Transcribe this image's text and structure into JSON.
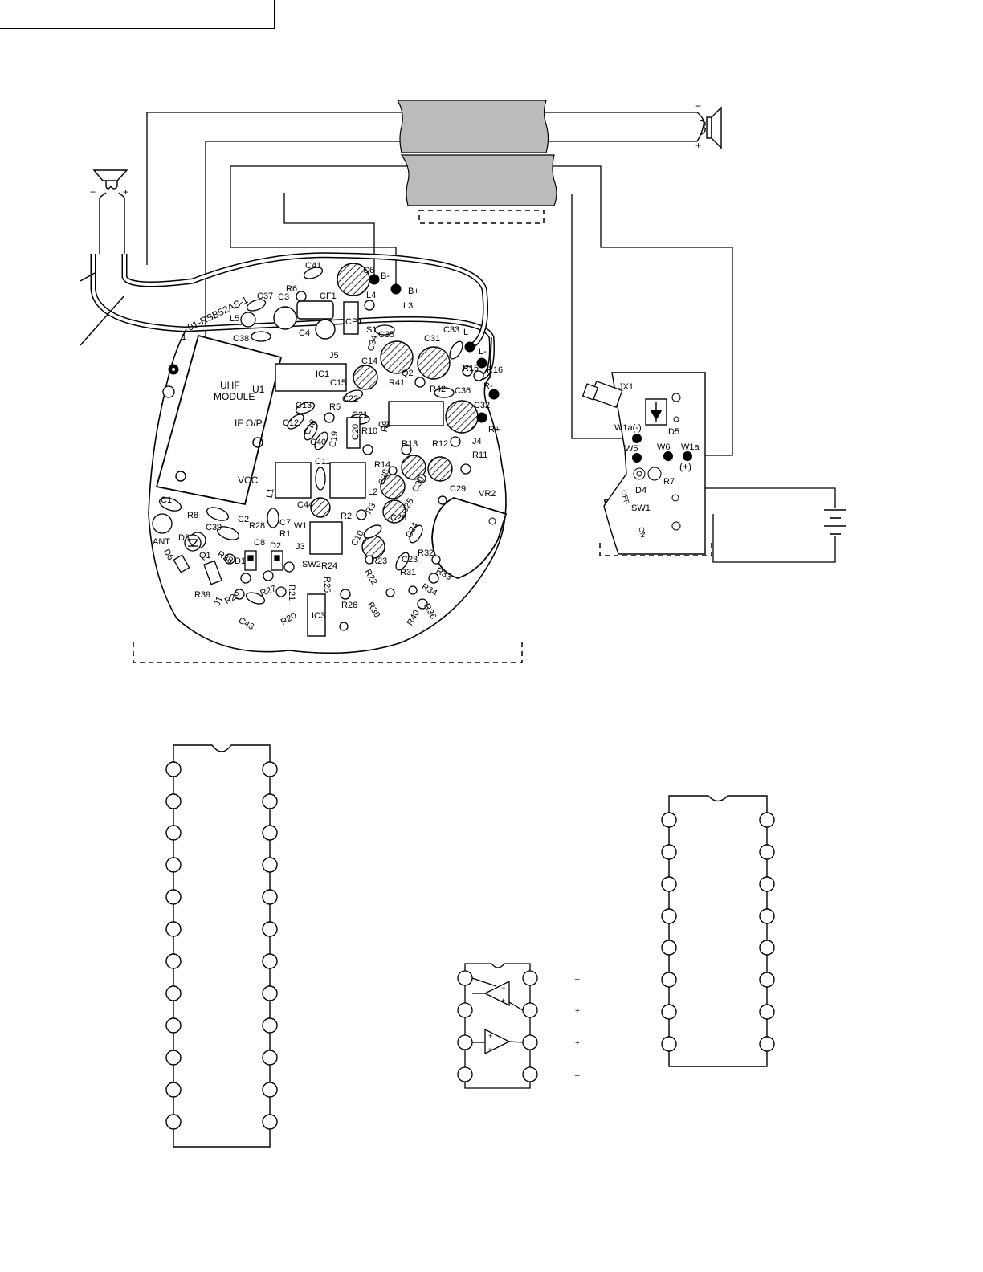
{
  "main_board": {
    "board_code": "01-RSB52AS-1",
    "module_labels": [
      "UHF",
      "U1",
      "MODULE",
      "IF O/P",
      "VCC"
    ],
    "ant_label": "ANT",
    "pin1_label": "1",
    "components": [
      "C41",
      "C6",
      "B-",
      "B+",
      "R6",
      "CF1",
      "L4",
      "L3",
      "C37",
      "C3",
      "L5",
      "C38",
      "C4",
      "CP1",
      "S1",
      "C35",
      "C33",
      "L+",
      "C34",
      "C31",
      "L-",
      "J5",
      "C14",
      "R15",
      "R16",
      "IC1",
      "C15",
      "R41",
      "Q2",
      "R42",
      "C36",
      "R-",
      "C22",
      "C32",
      "R+",
      "C13",
      "R5",
      "C21",
      "IC2",
      "C12",
      "C18",
      "C40",
      "C19",
      "C20",
      "R10",
      "R9",
      "R13",
      "R12",
      "J4",
      "R11",
      "C11",
      "R14",
      "C28",
      "C30",
      "C29",
      "VR2",
      "L1",
      "L2",
      "C25",
      "C44",
      "R2",
      "R3",
      "C26",
      "C1",
      "R8",
      "C39",
      "C2",
      "R28",
      "C7",
      "R1",
      "W1",
      "C8",
      "D2",
      "J3",
      "C10",
      "C24",
      "R23",
      "C23",
      "R32",
      "D3",
      "R38",
      "D1",
      "SW2",
      "R24",
      "R22",
      "R31",
      "R33",
      "D6",
      "Q1",
      "R25",
      "R34",
      "R39",
      "R29",
      "R27",
      "R21",
      "R26",
      "R30",
      "R36",
      "J1",
      "C43",
      "R20",
      "IC3",
      "R40"
    ]
  },
  "switch_board": {
    "labels": [
      "JX1",
      "D5",
      "W1a(-)",
      "W5",
      "W6",
      "W1a",
      "(+)",
      "D4",
      "R7",
      "OFF",
      "SW1",
      "ON"
    ]
  },
  "speaker_polarity": {
    "minus": "−",
    "plus": "+"
  },
  "dual_opamp_marks": [
    "–",
    "+",
    "+",
    "–"
  ],
  "colors": {
    "ink": "#000000",
    "harness": "#bbbbbb",
    "hatch": "#000000"
  },
  "icons": [
    "speaker-icon",
    "battery-icon",
    "diode-icon",
    "potentiometer-icon",
    "jack-icon"
  ]
}
